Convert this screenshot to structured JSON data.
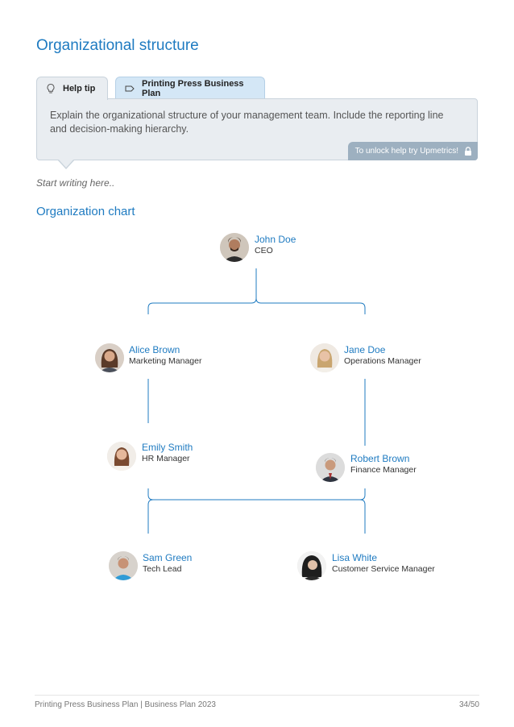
{
  "page": {
    "title": "Organizational structure",
    "placeholder": "Start writing here.."
  },
  "tabs": [
    {
      "label": "Help tip",
      "icon": "lightbulb-icon"
    },
    {
      "label": "Printing Press Business Plan",
      "icon": "tag-icon"
    }
  ],
  "tip": {
    "text": "Explain the organizational structure of your management team. Include the reporting line and decision-making hierarchy.",
    "unlock_label": "To unlock help try Upmetrics!",
    "unlock_icon": "lock-icon"
  },
  "org_chart": {
    "title": "Organization chart",
    "people": [
      {
        "name": "John Doe",
        "role": "CEO"
      },
      {
        "name": "Alice Brown",
        "role": "Marketing Manager"
      },
      {
        "name": "Jane Doe",
        "role": "Operations Manager"
      },
      {
        "name": "Emily Smith",
        "role": "HR Manager"
      },
      {
        "name": "Robert Brown",
        "role": "Finance Manager"
      },
      {
        "name": "Sam Green",
        "role": "Tech Lead"
      },
      {
        "name": "Lisa White",
        "role": "Customer Service Manager"
      }
    ]
  },
  "footer": {
    "left": "Printing Press Business Plan | Business Plan 2023",
    "right": "34/50"
  },
  "colors": {
    "accent": "#1f7bc1",
    "tip_background": "#e9edf1",
    "tab_active": "#d4e7f6",
    "unlock_pill": "#9db0c0"
  }
}
